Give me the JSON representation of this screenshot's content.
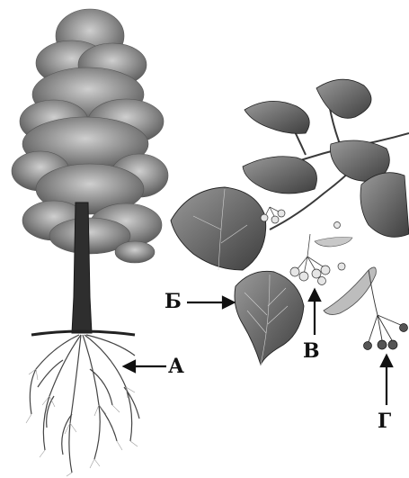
{
  "labels": {
    "a": "А",
    "b": "Б",
    "v": "В",
    "g": "Г"
  },
  "colors": {
    "ink": "#111111",
    "leaf_dark": "#4a4a4a",
    "leaf_mid": "#7a7a7a",
    "leaf_light": "#b5b5b5",
    "bark": "#2e2e2e"
  }
}
